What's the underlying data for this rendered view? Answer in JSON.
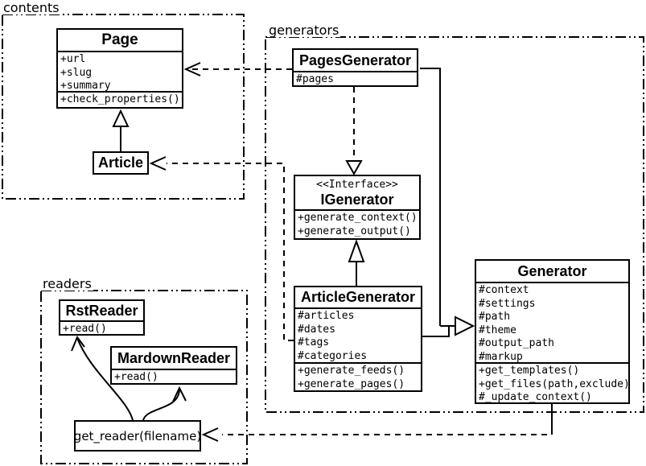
{
  "packages": {
    "contents": {
      "label": "contents"
    },
    "generators": {
      "label": "generators"
    },
    "readers": {
      "label": "readers"
    }
  },
  "classes": {
    "page": {
      "name": "Page",
      "attributes": [
        "+url",
        "+slug",
        "+summary"
      ],
      "methods": [
        "+check_properties()"
      ]
    },
    "article": {
      "name": "Article"
    },
    "pages_generator": {
      "name": "PagesGenerator",
      "attributes": [
        "#pages"
      ]
    },
    "igenerator": {
      "stereotype": "<<Interface>>",
      "name": "IGenerator",
      "methods": [
        "+generate_context()",
        "+generate_output()"
      ]
    },
    "article_generator": {
      "name": "ArticleGenerator",
      "attributes": [
        "#articles",
        "#dates",
        "#tags",
        "#categories"
      ],
      "methods": [
        "+generate_feeds()",
        "+generate_pages()"
      ]
    },
    "generator": {
      "name": "Generator",
      "attributes": [
        "#context",
        "#settings",
        "#path",
        "#theme",
        "#output_path",
        "#markup"
      ],
      "methods": [
        "+get_templates()",
        "+get_files(path,exclude)",
        "#_update_context()"
      ]
    },
    "rst_reader": {
      "name": "RstReader",
      "methods": [
        "+read()"
      ]
    },
    "mardown_reader": {
      "name": "MardownReader",
      "methods": [
        "+read()"
      ]
    },
    "get_reader": {
      "label": "get_reader(filename)"
    }
  },
  "relationships": [
    {
      "from": "Article",
      "to": "Page",
      "type": "inheritance"
    },
    {
      "from": "PagesGenerator",
      "to": "IGenerator",
      "type": "realization"
    },
    {
      "from": "ArticleGenerator",
      "to": "IGenerator",
      "type": "inheritance"
    },
    {
      "from": "PagesGenerator",
      "to": "Generator",
      "type": "inheritance"
    },
    {
      "from": "ArticleGenerator",
      "to": "Generator",
      "type": "inheritance"
    },
    {
      "from": "PagesGenerator",
      "to": "Page",
      "type": "dependency"
    },
    {
      "from": "ArticleGenerator",
      "to": "Article",
      "type": "dependency"
    },
    {
      "from": "Generator",
      "to": "get_reader(filename)",
      "type": "dependency"
    },
    {
      "from": "get_reader(filename)",
      "to": "RstReader",
      "type": "arrow"
    },
    {
      "from": "get_reader(filename)",
      "to": "MardownReader",
      "type": "arrow"
    }
  ],
  "colors": {
    "line": "#000000",
    "background": "#ffffff",
    "box_fill": "#ffffff",
    "text": "#000000"
  }
}
